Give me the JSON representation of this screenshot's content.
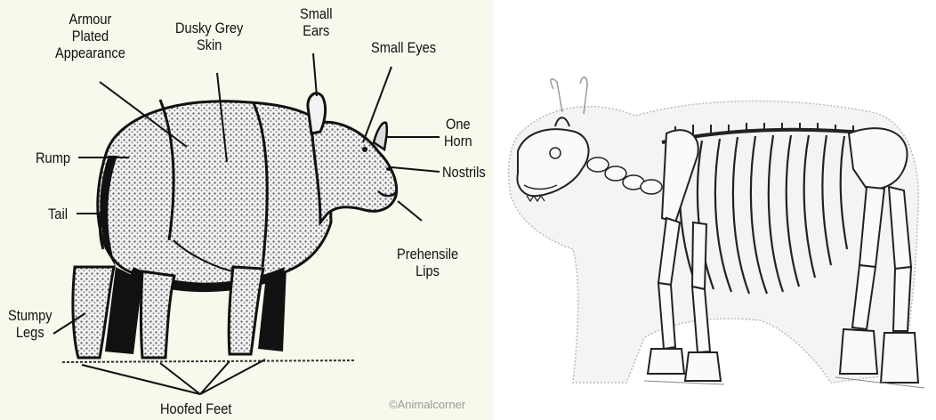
{
  "left_diagram": {
    "labels": {
      "armour": [
        "Armour",
        "Plated",
        "Appearance"
      ],
      "skin": [
        "Dusky Grey",
        "Skin"
      ],
      "ears": [
        "Small",
        "Ears"
      ],
      "eyes": "Small Eyes",
      "horn": [
        "One",
        "Horn"
      ],
      "nostrils": "Nostrils",
      "lips": [
        "Prehensile",
        "Lips"
      ],
      "rump": "Rump",
      "tail": "Tail",
      "legs": [
        "Stumpy",
        "Legs"
      ],
      "feet": "Hoofed Feet"
    },
    "credit": "©Animalcorner"
  },
  "colors": {
    "left_background": "#f6f9ec",
    "ink": "#111111",
    "credit_text": "#9a9a9a"
  }
}
